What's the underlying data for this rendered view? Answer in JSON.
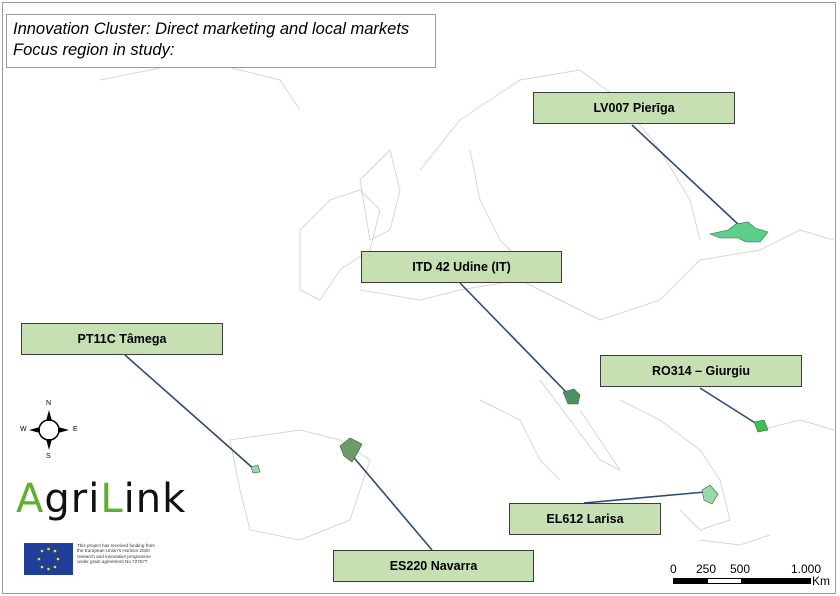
{
  "title": {
    "line1": "Innovation Cluster: Direct marketing and local markets",
    "line2": "Focus region in study:"
  },
  "regions": [
    {
      "label": "LV007 Pierīga"
    },
    {
      "label": "ITD 42 Udine (IT)"
    },
    {
      "label": "PT11C Tâmega"
    },
    {
      "label": "RO314 – Giurgiu"
    },
    {
      "label": "ES220 Navarra"
    },
    {
      "label": "EL612 Larisa"
    }
  ],
  "compass": {
    "n": "N",
    "s": "S",
    "e": "E",
    "w": "W"
  },
  "logo": {
    "text": "AgriLink"
  },
  "eu": {
    "text": "This project has received funding from the European Union's Horizon 2020 research and innovation programme under grant agreement No 727577"
  },
  "scale": {
    "ticks": [
      "0",
      "250",
      "500",
      "1.000"
    ],
    "unit": "Km"
  },
  "colors": {
    "label_fill": "#c6e0b4",
    "leader": "#2e4a78",
    "region_fill": "#5ccf8a"
  }
}
